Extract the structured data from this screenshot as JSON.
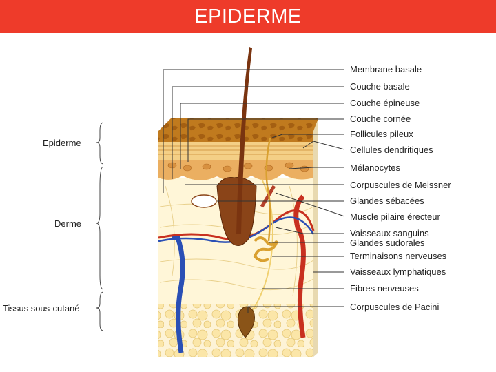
{
  "title": "EPIDERME",
  "colors": {
    "title_bar": "#ee3b2a",
    "blood_vessel_red": "#c8301f",
    "blood_vessel_blue": "#2a4fb5",
    "hair": "#7a3410"
  },
  "layers": [
    {
      "id": "epiderme",
      "label": "Epiderme"
    },
    {
      "id": "derme",
      "label": "Derme"
    },
    {
      "id": "hypoderme",
      "label": "Tissus sous-cutané"
    }
  ],
  "structures": [
    "Membrane basale",
    "Couche basale",
    "Couche épineuse",
    "Couche cornée",
    "Follicules pileux",
    "Cellules dendritiques",
    "Mélanocytes",
    "Corpuscules de Meissner",
    "Glandes sébacées",
    "Muscle pilaire érecteur",
    "Vaisseaux sanguins",
    "Glandes sudorales",
    "Terminaisons nerveuses",
    "Vaisseaux lymphatiques",
    "Fibres nerveuses",
    "Corpuscules de Pacini"
  ]
}
